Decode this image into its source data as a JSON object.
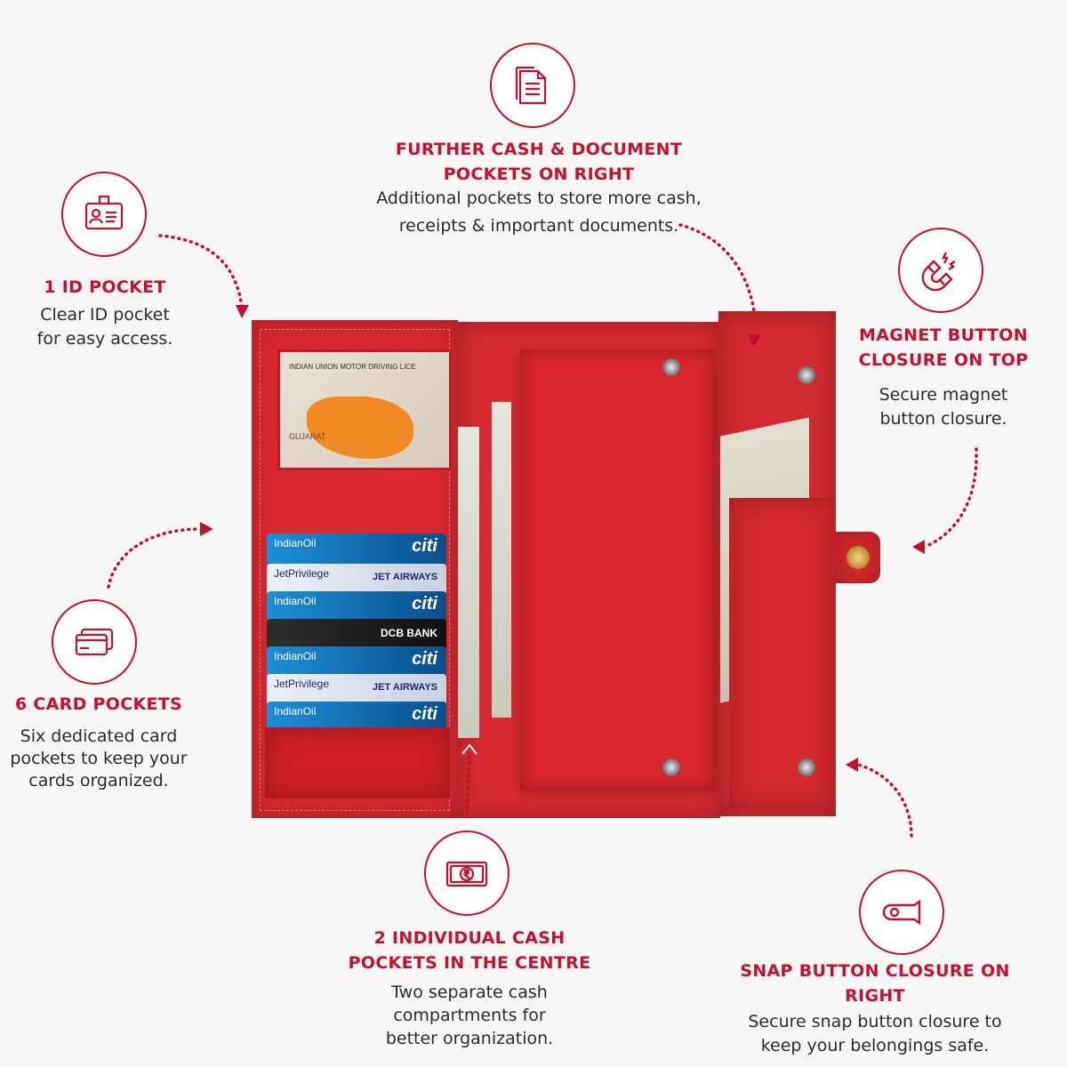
{
  "brand_colors": {
    "accent": "#c8102e",
    "leather": "#d9282e",
    "background": "#f7f7f7"
  },
  "features": {
    "documents": {
      "icon": "document-icon",
      "title_line1": "FURTHER CASH & DOCUMENT",
      "title_line2": "POCKETS ON RIGHT",
      "desc_line1": "Additional pockets to store more cash,",
      "desc_line2": "receipts & important documents."
    },
    "id_pocket": {
      "icon": "id-card-icon",
      "title": "1 ID POCKET",
      "desc_line1": "Clear ID pocket",
      "desc_line2": "for easy access."
    },
    "magnet": {
      "icon": "magnet-icon",
      "title_line1": "MAGNET BUTTON",
      "title_line2": "CLOSURE ON TOP",
      "desc_line1": "Secure magnet",
      "desc_line2": "button closure."
    },
    "cards": {
      "icon": "cards-icon",
      "title": "6 CARD POCKETS",
      "desc_line1": "Six dedicated card",
      "desc_line2": "pockets to keep your",
      "desc_line3": "cards organized."
    },
    "cash_centre": {
      "icon": "rupee-note-icon",
      "title_line1": "2 INDIVIDUAL CASH",
      "title_line2": "POCKETS IN THE CENTRE",
      "desc_line1": "Two separate cash",
      "desc_line2": "compartments for",
      "desc_line3": "better organization."
    },
    "snap": {
      "icon": "snap-button-icon",
      "title": "SNAP BUTTON CLOSURE ON RIGHT",
      "desc_line1": "Secure snap button closure to",
      "desc_line2": "keep your belongings safe."
    }
  },
  "wallet": {
    "id_card_text": "INDIAN UNION MOTOR DRIVING LICE",
    "id_card_state": "GUJARAT",
    "cards": [
      {
        "name": "IndianOil",
        "brand": "citi"
      },
      {
        "name": "JetPrivilege",
        "brand": "JET AIRWAYS"
      },
      {
        "name": "IndianOil",
        "brand": "citi"
      },
      {
        "name": "",
        "brand": "DCB BANK"
      },
      {
        "name": "IndianOil",
        "brand": "citi"
      },
      {
        "name": "JetPrivilege",
        "brand": "JET AIRWAYS"
      },
      {
        "name": "IndianOil",
        "brand": "citi"
      }
    ]
  }
}
